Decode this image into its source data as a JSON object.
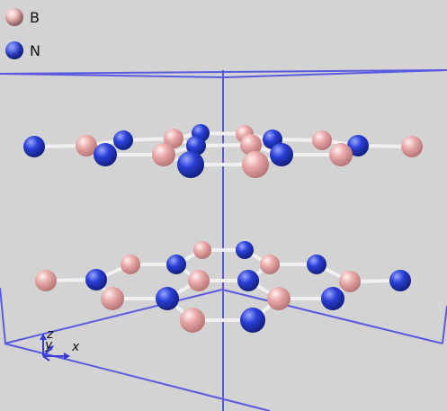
{
  "legend": [
    {
      "label": "B",
      "color": "#e8a8a8"
    },
    {
      "label": "N",
      "color": "#2a3fd6"
    }
  ],
  "colors": {
    "background": "#d3d3d3",
    "cell_edges": "#5a5ae0",
    "bond": "#f0f0f0",
    "boron": "#e8a8a8",
    "nitrogen": "#2a3fd6",
    "axis_x": "#3b3bd6",
    "axis_y": "#3b3bd6",
    "axis_z": "#3b3bd6"
  },
  "axes": {
    "x": "x",
    "y": "y",
    "z": "z"
  },
  "icons": [
    "boron-atom-icon",
    "nitrogen-atom-icon",
    "axis-triad-icon"
  ]
}
